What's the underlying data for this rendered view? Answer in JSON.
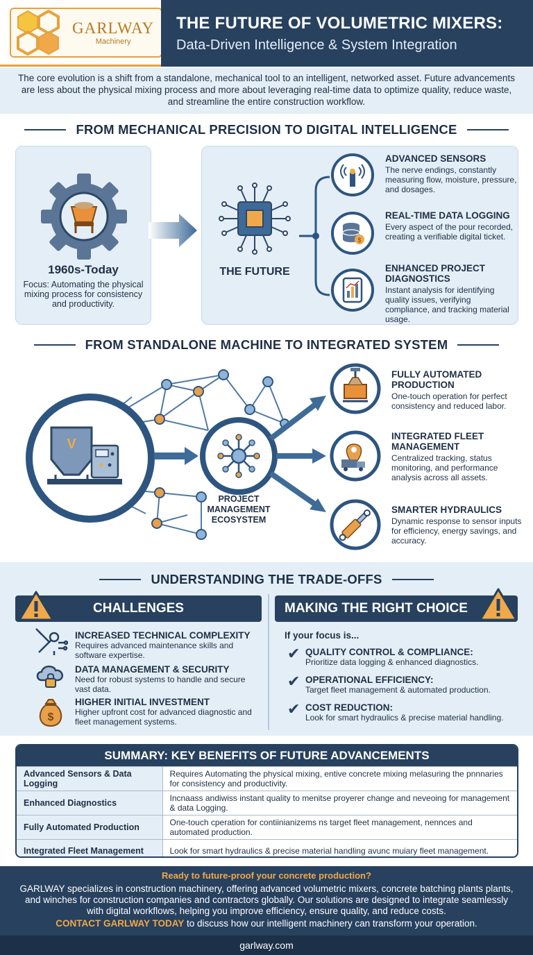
{
  "brand": {
    "name": "GARLWAY",
    "sub": "Machinery"
  },
  "header": {
    "title": "THE FUTURE OF VOLUMETRIC MIXERS:",
    "subtitle": "Data-Driven Intelligence & System Integration"
  },
  "intro": "The core evolution is a shift from a standalone, mechanical tool to an intelligent, networked asset. Future advancements are less about the physical mixing process and more about leveraging real-time data to optimize quality, reduce waste, and streamline the entire construction workflow.",
  "section1": {
    "title": "FROM MECHANICAL PRECISION TO DIGITAL INTELLIGENCE",
    "past_title": "1960s-Today",
    "past_desc": "Focus: Automating the physical mixing process for consistency and productivity.",
    "future_label": "THE FUTURE",
    "features": [
      {
        "title": "ADVANCED SENSORS",
        "desc": "The nerve endings, constantly measuring flow, moisture, pressure, and dosages."
      },
      {
        "title": "REAL-TIME DATA LOGGING",
        "desc": "Every aspect of the pour recorded, creating a verifiable digital ticket."
      },
      {
        "title": "ENHANCED PROJECT DIAGNOSTICS",
        "desc": "Instant analysis for identifying quality issues, verifying compliance, and tracking material usage."
      }
    ]
  },
  "section2": {
    "title": "FROM STANDALONE MACHINE TO INTEGRATED SYSTEM",
    "eco_label": "PROJECT MANAGEMENT ECOSYSTEM",
    "features": [
      {
        "title": "FULLY AUTOMATED PRODUCTION",
        "desc": "One-touch operation for perfect consistency and reduced labor."
      },
      {
        "title": "INTEGRATED FLEET MANAGEMENT",
        "desc": "Centralized tracking, status monitoring, and performance analysis across all assets."
      },
      {
        "title": "SMARTER HYDRAULICS",
        "desc": "Dynamic response to sensor inputs for efficiency, energy savings, and accuracy."
      }
    ]
  },
  "tradeoffs": {
    "title": "UNDERSTANDING THE TRADE-OFFS",
    "challenges_label": "CHALLENGES",
    "choice_label": "MAKING THE RIGHT CHOICE",
    "challenges": [
      {
        "title": "INCREASED TECHNICAL COMPLEXITY",
        "desc": "Requires advanced maintenance skills and software expertise."
      },
      {
        "title": "DATA MANAGEMENT & SECURITY",
        "desc": "Need for robust systems to handle and secure vast data."
      },
      {
        "title": "HIGHER INITIAL INVESTMENT",
        "desc": "Higher upfront cost for advanced diagnostic and fleet management systems."
      }
    ],
    "choice_intro": "If your focus is...",
    "choices": [
      {
        "title": "QUALITY CONTROL & COMPLIANCE:",
        "desc": "Prioritize data logging & enhanced diagnostics."
      },
      {
        "title": "OPERATIONAL EFFICIENCY:",
        "desc": "Target fleet management & automated production."
      },
      {
        "title": "COST REDUCTION:",
        "desc": "Look for smart hydraulics & precise material handling."
      }
    ]
  },
  "summary": {
    "title": "SUMMARY: KEY BENEFITS OF FUTURE ADVANCEMENTS",
    "rows": [
      {
        "key": "Advanced Sensors & Data Logging",
        "value": "Requires Automating the physical mixing, entive concrete mixing melasuring the pnnnaries for consistency and productivity."
      },
      {
        "key": "Enhanced Diagnostics",
        "value": "Incnaass andiwiss instant quality to menitse proyerer change and neveoing for management & data Logging."
      },
      {
        "key": "Fully Automated Production",
        "value": "One-touch cperation for contiinianizems ns target fleet management, nennces and automated production."
      },
      {
        "key": "Integrated Fleet Management",
        "value": "Look for smart hydraulics & precise material handling avunc muiary fleet management."
      }
    ]
  },
  "footer": {
    "cta": "Ready to future-proof your concrete production?",
    "text": "GARLWAY specializes in construction machinery, offering advanced volumetric mixers, concrete batching plants plants, and winches for construction companies and contractors globally. Our solutions are designed to integrate seamlessly with digital workflows, helping you improve efficiency, ensure quality, and reduce costs.",
    "contact_highlight": "CONTACT GARLWAY TODAY",
    "contact_rest": " to discuss how our intelligent machinery can transform your operation.",
    "website": "garlway.com"
  },
  "colors": {
    "navy": "#27415f",
    "accent": "#e6a23c",
    "light_blue": "#e4eef7",
    "node_orange": "#e8a04a",
    "node_blue": "#8fb4d8"
  }
}
